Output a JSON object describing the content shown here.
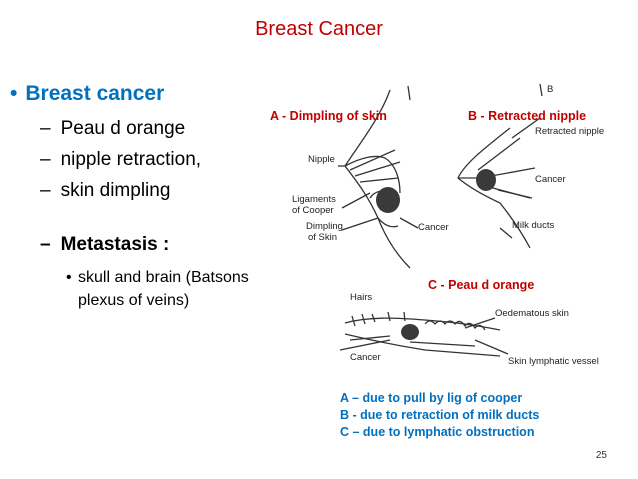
{
  "title": "Breast Cancer",
  "bullets": {
    "main": "Breast cancer",
    "items": [
      "Peau d orange",
      "nipple retraction,",
      "skin dimpling"
    ],
    "metastasis": "Metastasis :",
    "sub": "skull and brain (Batsons plexus of veins)"
  },
  "diagram": {
    "label_a": "A - Dimpling of skin",
    "label_b": "B - Retracted nipple",
    "label_c": "C - Peau d orange",
    "letter_b": "B",
    "a_nipple": "Nipple",
    "a_ligaments_1": "Ligaments",
    "a_ligaments_2": "of Cooper",
    "a_dimpling_1": "Dimpling",
    "a_dimpling_2": "of Skin",
    "a_cancer": "Cancer",
    "b_retracted": "Retracted nipple",
    "b_cancer": "Cancer",
    "b_ducts": "Milk ducts",
    "c_hairs": "Hairs",
    "c_oedema": "Oedematous skin",
    "c_cancer": "Cancer",
    "c_lymph": "Skin lymphatic vessel"
  },
  "notes": [
    "A – due to pull by lig of cooper",
    "B -  due to retraction of milk ducts",
    "C – due to lymphatic obstruction"
  ],
  "page_number": "25",
  "colors": {
    "title": "#c00000",
    "accent": "#0070c0",
    "label": "#c00000"
  }
}
